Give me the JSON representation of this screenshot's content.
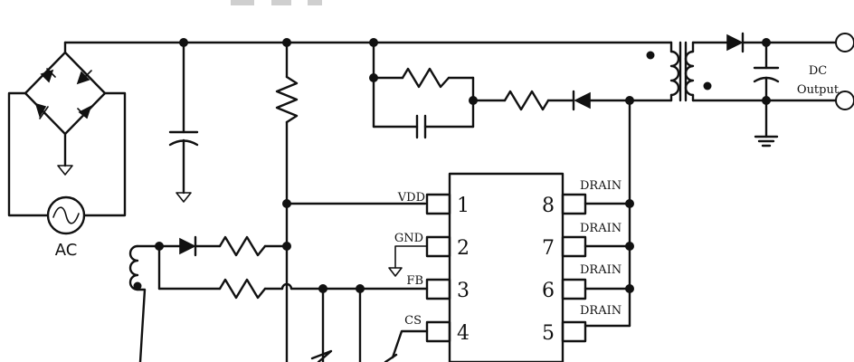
{
  "labels": {
    "ac": "AC",
    "dc": "DC",
    "output": "Output",
    "vdd": "VDD",
    "gnd": "GND",
    "fb": "FB",
    "cs": "CS",
    "drain8": "DRAIN",
    "drain7": "DRAIN",
    "drain6": "DRAIN",
    "drain5": "DRAIN"
  },
  "pins": {
    "p1": "1",
    "p2": "2",
    "p3": "3",
    "p4": "4",
    "p5": "5",
    "p6": "6",
    "p7": "7",
    "p8": "8"
  }
}
